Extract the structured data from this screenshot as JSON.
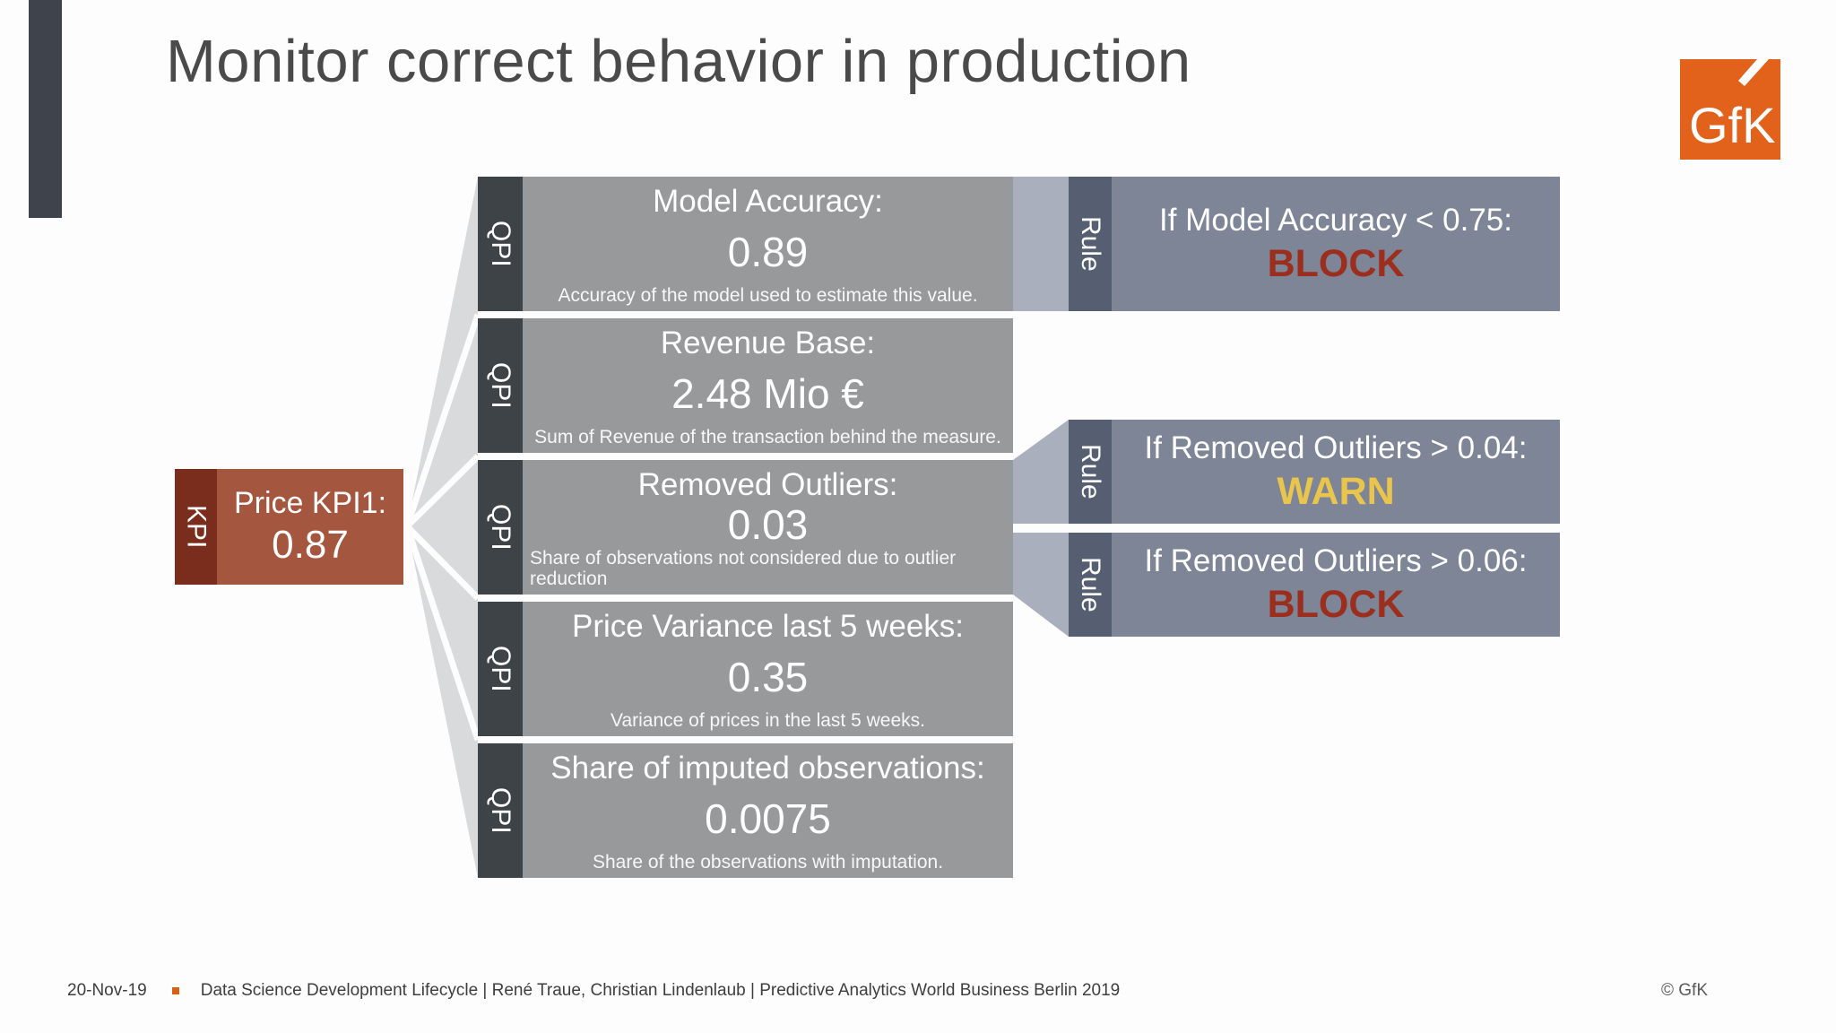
{
  "slide": {
    "title": "Monitor correct behavior in production",
    "logo_text": "GfK",
    "footer": {
      "date": "20-Nov-19",
      "description": "Data Science Development Lifecycle | René Traue, Christian Lindenlaub | Predictive Analytics World Business Berlin 2019",
      "copyright": "© GfK"
    }
  },
  "kpi": {
    "tab": "KPI",
    "title": "Price KPI1:",
    "value": "0.87"
  },
  "qpis": [
    {
      "tab": "QPI",
      "title": "Model Accuracy:",
      "value": "0.89",
      "description": "Accuracy of the model used to estimate this value."
    },
    {
      "tab": "QPI",
      "title": "Revenue Base:",
      "value": "2.48 Mio €",
      "description": "Sum of Revenue of the transaction behind the measure."
    },
    {
      "tab": "QPI",
      "title": "Removed Outliers:",
      "value": "0.03",
      "description": "Share of observations not considered due to outlier reduction"
    },
    {
      "tab": "QPI",
      "title": "Price Variance last 5 weeks:",
      "value": "0.35",
      "description": "Variance of prices in the last 5 weeks."
    },
    {
      "tab": "QPI",
      "title": "Share of imputed observations:",
      "value": "0.0075",
      "description": "Share of the observations with imputation."
    }
  ],
  "rules": [
    {
      "tab": "Rule",
      "condition": "If Model Accuracy < 0.75:",
      "action": "BLOCK",
      "action_color": "#9b2e1d"
    },
    {
      "tab": "Rule",
      "condition": "If Removed Outliers > 0.04:",
      "action": "WARN",
      "action_color": "#e9c54d"
    },
    {
      "tab": "Rule",
      "condition": "If Removed Outliers > 0.06:",
      "action": "BLOCK",
      "action_color": "#9b2e1d"
    }
  ],
  "colors": {
    "brand_orange": "#e2611b",
    "kpi_tab_red": "#7b2d1d",
    "kpi_body_red": "#a5563e",
    "qpi_tab_gray": "#3e4347",
    "qpi_body_gray": "#97999b",
    "rule_tab_slate": "#565f71",
    "rule_body_slate": "#7d8597",
    "connector_light_gray": "#d9dadb",
    "connector_light_slate": "#a9afbd",
    "block_red": "#9b2e1d",
    "warn_yellow": "#e9c54d"
  }
}
